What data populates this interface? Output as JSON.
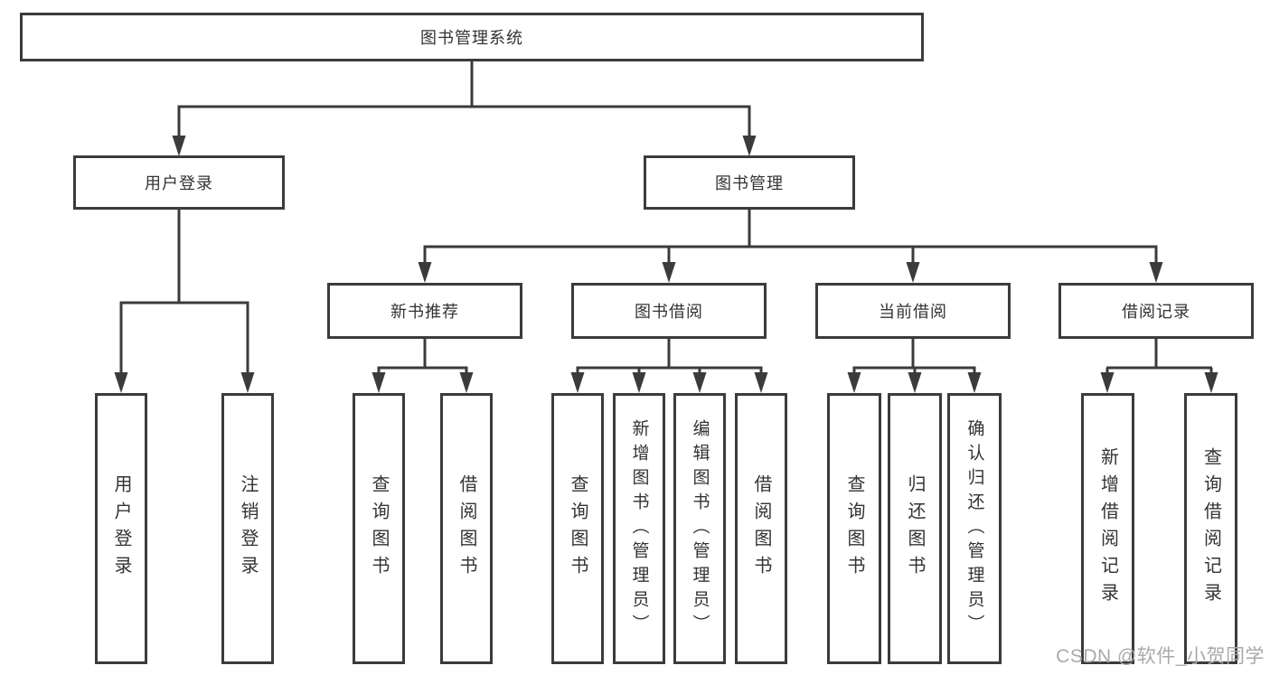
{
  "diagram": {
    "root": {
      "label": "图书管理系统"
    },
    "branches": [
      {
        "label": "用户登录",
        "children": [
          {
            "label": "用户登录"
          },
          {
            "label": "注销登录"
          }
        ]
      },
      {
        "label": "图书管理",
        "children": [
          {
            "label": "新书推荐",
            "children": [
              {
                "label": "查询图书"
              },
              {
                "label": "借阅图书"
              }
            ]
          },
          {
            "label": "图书借阅",
            "children": [
              {
                "label": "查询图书"
              },
              {
                "label": "新增图书（管理员）"
              },
              {
                "label": "编辑图书（管理员）"
              },
              {
                "label": "借阅图书"
              }
            ]
          },
          {
            "label": "当前借阅",
            "children": [
              {
                "label": "查询图书"
              },
              {
                "label": "归还图书"
              },
              {
                "label": "确认归还（管理员）"
              }
            ]
          },
          {
            "label": "借阅记录",
            "children": [
              {
                "label": "新增借阅记录"
              },
              {
                "label": "查询借阅记录"
              }
            ]
          }
        ]
      }
    ]
  },
  "watermark": {
    "text": "CSDN @软件_小贺同学"
  },
  "colors": {
    "line": "#3b3b3b",
    "text": "#333333",
    "watermark": "#a9a9a9",
    "background": "#ffffff"
  }
}
